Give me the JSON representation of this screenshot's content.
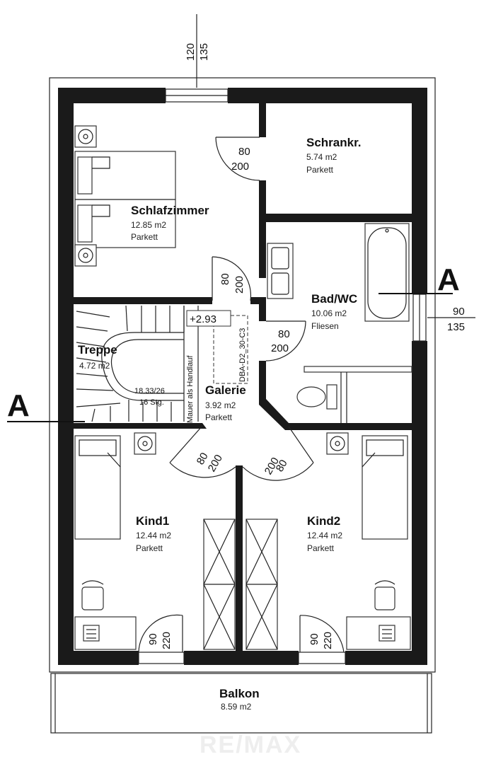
{
  "rooms": {
    "schlafzimmer": {
      "name": "Schlafzimmer",
      "area": "12.85  m2",
      "floor": "Parkett"
    },
    "schrankr": {
      "name": "Schrankr.",
      "area": "5.74  m2",
      "floor": "Parkett"
    },
    "bad": {
      "name": "Bad/WC",
      "area": "10.06  m2",
      "floor": "Fliesen"
    },
    "treppe": {
      "name": "Treppe",
      "area": "4.72  m2"
    },
    "galerie": {
      "name": "Galerie",
      "area": "3.92  m2",
      "floor": "Parkett"
    },
    "kind1": {
      "name": "Kind1",
      "area": "12.44  m2",
      "floor": "Parkett"
    },
    "kind2": {
      "name": "Kind2",
      "area": "12.44  m2",
      "floor": "Parkett"
    },
    "balkon": {
      "name": "Balkon",
      "area": "8.59  m2"
    }
  },
  "dimensions": {
    "top_window_w": "120",
    "top_window_h": "135",
    "right_window_w": "90",
    "right_window_h": "135",
    "door_w": "80",
    "door_h": "200",
    "balcony_door_w": "90",
    "balcony_door_h": "220"
  },
  "stairs": {
    "steps": "18.33/26",
    "count": "16  Stg.",
    "wall_note": "Mauer als Handlauf"
  },
  "level": "+2.93",
  "tag": "DBA-D2_30-C3",
  "section_marker": "A",
  "watermark": "RE/MAX"
}
